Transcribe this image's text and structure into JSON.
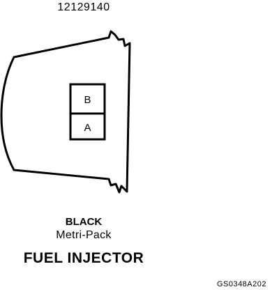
{
  "connector": {
    "part_number": "12129140",
    "cavities": [
      "B",
      "A"
    ],
    "color": "BLACK",
    "series": "Metri-Pack",
    "component": "FUEL INJECTOR"
  },
  "reference_code": "GS0348A202"
}
